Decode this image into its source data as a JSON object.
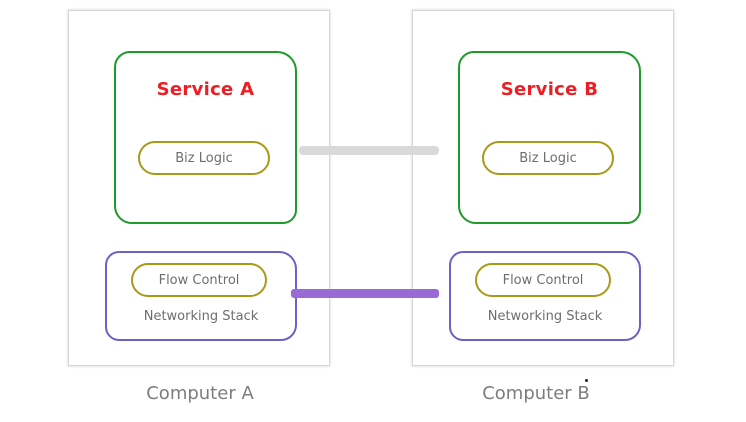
{
  "colors": {
    "service_border": "#1f9a2b",
    "service_title": "#ee1f24",
    "pill_border": "#a79a17",
    "network_border": "#6a62c9",
    "service_connector": "#d9d9d9",
    "network_connector": "#9b6ad6",
    "label_text": "#7d7d7d"
  },
  "computers": [
    {
      "label": "Computer A",
      "service": {
        "title": "Service A",
        "logic": "Biz Logic"
      },
      "network": {
        "flow": "Flow Control",
        "stack": "Networking Stack"
      }
    },
    {
      "label": "Computer B",
      "service": {
        "title": "Service B",
        "logic": "Biz Logic"
      },
      "network": {
        "flow": "Flow Control",
        "stack": "Networking Stack"
      }
    }
  ]
}
